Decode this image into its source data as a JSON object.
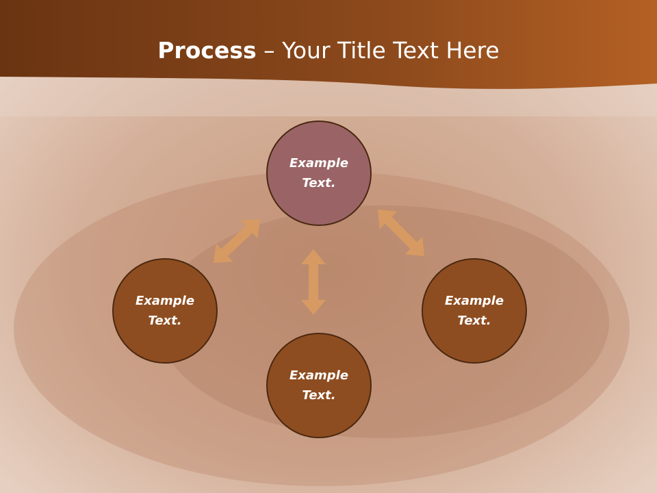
{
  "title": {
    "bold": "Process",
    "rest": " – Your Title Text Here"
  },
  "colors": {
    "header": "#8a4a1c",
    "top_node": "#9a6466",
    "node": "#8e4d20",
    "arrow": "#d79a63"
  },
  "nodes": [
    {
      "text": "Example Text."
    },
    {
      "text": "Example Text."
    },
    {
      "text": "Example Text."
    },
    {
      "text": "Example Text."
    }
  ],
  "arrows": [
    {
      "from": 0,
      "to": 1,
      "style": "double"
    },
    {
      "from": 0,
      "to": 2,
      "style": "double"
    },
    {
      "from": 0,
      "to": 3,
      "style": "double"
    }
  ]
}
